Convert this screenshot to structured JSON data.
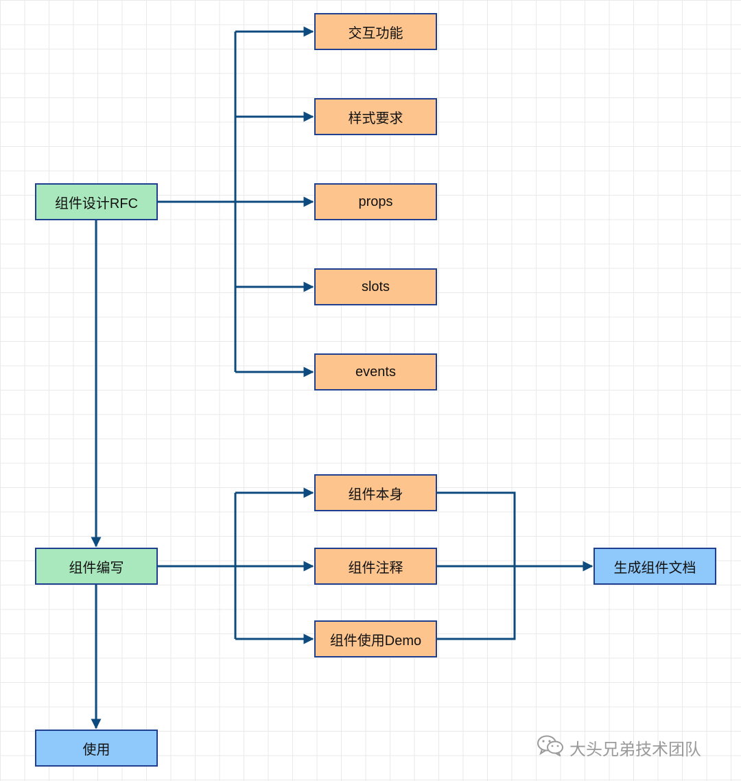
{
  "diagram": {
    "nodes": {
      "rfc": "组件设计RFC",
      "write": "组件编写",
      "use": "使用",
      "interact": "交互功能",
      "style": "样式要求",
      "props": "props",
      "slots": "slots",
      "events": "events",
      "self": "组件本身",
      "comment": "组件注释",
      "demo": "组件使用Demo",
      "doc": "生成组件文档"
    },
    "edges": [
      [
        "rfc",
        "interact"
      ],
      [
        "rfc",
        "style"
      ],
      [
        "rfc",
        "props"
      ],
      [
        "rfc",
        "slots"
      ],
      [
        "rfc",
        "events"
      ],
      [
        "rfc",
        "write"
      ],
      [
        "write",
        "self"
      ],
      [
        "write",
        "comment"
      ],
      [
        "write",
        "demo"
      ],
      [
        "self",
        "doc"
      ],
      [
        "comment",
        "doc"
      ],
      [
        "demo",
        "doc"
      ],
      [
        "write",
        "use"
      ]
    ],
    "colors": {
      "edge": "#0d4a7e",
      "node_border": "#1e3f8f",
      "green_fill": "#a9e8bd",
      "orange_fill": "#fdc58d",
      "blue_fill": "#8fc9fb",
      "grid": "#e9e9e9"
    }
  },
  "watermark": {
    "icon": "wechat-icon",
    "text": "大头兄弟技术团队"
  }
}
